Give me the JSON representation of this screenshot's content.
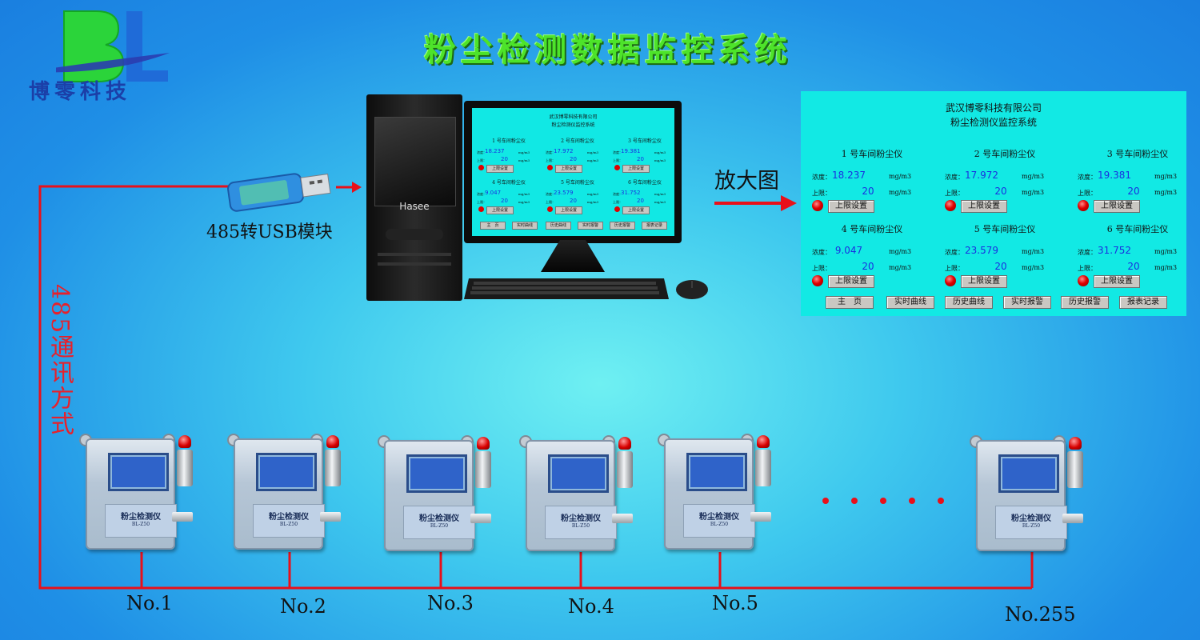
{
  "logo": {
    "letters": "BL",
    "company": "博零科技"
  },
  "title": "粉尘检测数据监控系统",
  "module_label": "485转USB模块",
  "zoom_label": "放大图",
  "comm_label": "485通讯方式",
  "pc_brand": "Hasee",
  "panel": {
    "company": "武汉博零科技有限公司",
    "system": "粉尘检测仪监控系统",
    "conc_label": "浓度：",
    "limit_label": "上限：",
    "unit": "mg/m3",
    "limit_button": "上限设置",
    "stations": [
      {
        "name": "1 号车间粉尘仪",
        "conc": "18.237",
        "limit": "20"
      },
      {
        "name": "2 号车间粉尘仪",
        "conc": "17.972",
        "limit": "20"
      },
      {
        "name": "3 号车间粉尘仪",
        "conc": "19.381",
        "limit": "20"
      },
      {
        "name": "4 号车间粉尘仪",
        "conc": "9.047",
        "limit": "20"
      },
      {
        "name": "5 号车间粉尘仪",
        "conc": "23.579",
        "limit": "20"
      },
      {
        "name": "6 号车间粉尘仪",
        "conc": "31.752",
        "limit": "20"
      }
    ],
    "nav": [
      "主　页",
      "实时曲线",
      "历史曲线",
      "实时报警",
      "历史报警",
      "报表记录"
    ]
  },
  "device": {
    "plate": "粉尘检测仪",
    "model": "BL-Z50"
  },
  "nodes": [
    "No.1",
    "No.2",
    "No.3",
    "No.4",
    "No.5",
    "No.255"
  ],
  "colors": {
    "title": "#4de32a",
    "wire": "#e8101a",
    "panel": "#12e9e4"
  }
}
